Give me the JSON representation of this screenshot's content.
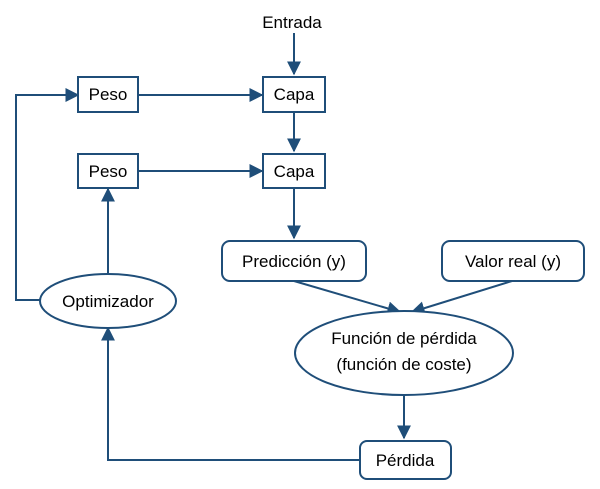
{
  "input_label": "Entrada",
  "nodes": {
    "weight_1": "Peso",
    "layer_1": "Capa",
    "weight_2": "Peso",
    "layer_2": "Capa",
    "prediction": "Predicción (y)",
    "true_value": "Valor real (y)",
    "optimizer": "Optimizador",
    "loss_function_line1": "Función de pérdida",
    "loss_function_line2": "(función de coste)",
    "loss": "Pérdida"
  },
  "colors": {
    "stroke": "#1f4e79",
    "text": "#000000",
    "background": "#ffffff"
  }
}
